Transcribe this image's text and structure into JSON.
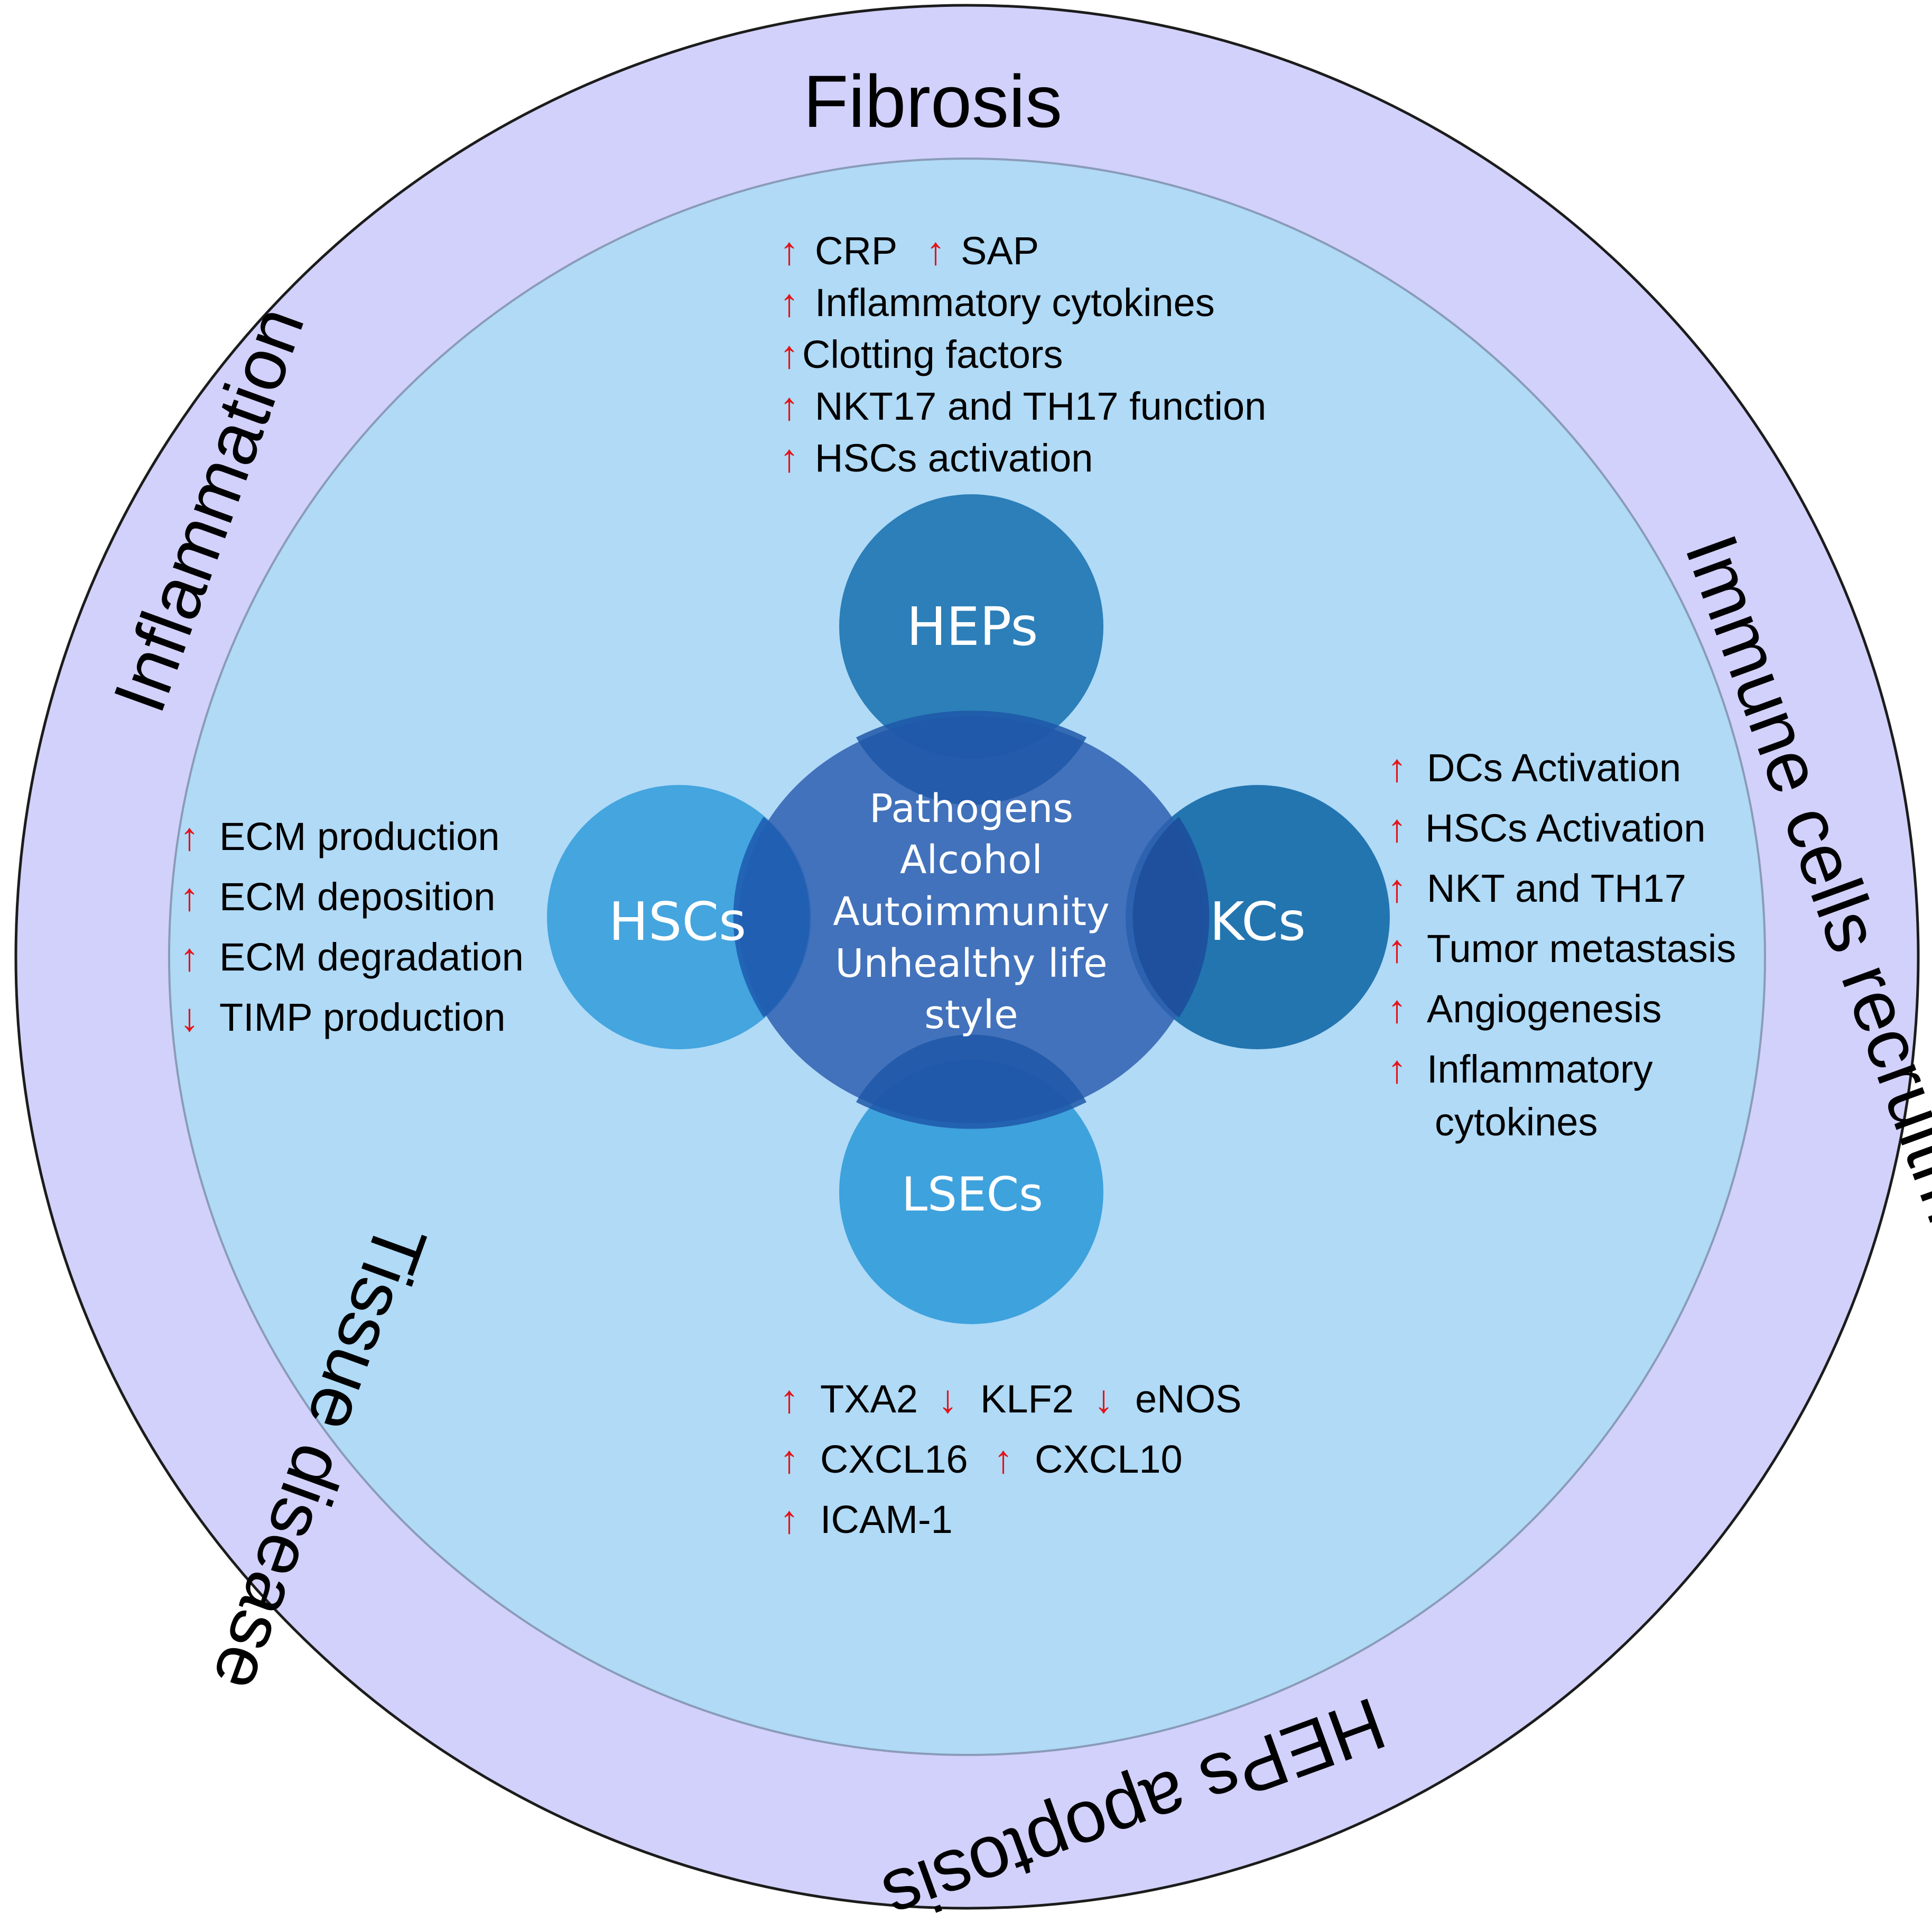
{
  "colors": {
    "outer_ring": "#d1d1fb",
    "outer_stroke": "#1c1c1c",
    "inner_disc": "#b0daf6",
    "heps": "#2c7fb8",
    "hscs": "#3ea2dd",
    "kcs": "#2375b0",
    "lsecs": "#3ea2dd",
    "center": "#2f5fb0",
    "arrow": "#e2141a"
  },
  "ring_labels": {
    "fibrosis": "Fibrosis",
    "immune": "Immune cells recruitment",
    "heps_apoptosis": "HEPs apoptosis",
    "tissue": "Tissue disease",
    "inflammation": "Inflammation"
  },
  "cells": {
    "heps": "HEPs",
    "hscs": "HSCs",
    "kcs": "KCs",
    "lsecs": "LSECs"
  },
  "center_lines": [
    "Pathogens",
    "Alcohol",
    "Autoimmunity",
    "Unhealthy life",
    "style"
  ],
  "heps_effects": {
    "line1_a": "CRP",
    "line1_b": "SAP",
    "line2": "Inflammatory cytokines",
    "line3": "Clotting factors",
    "line4": "NKT17 and TH17 function",
    "line5": "HSCs activation"
  },
  "hscs_effects": {
    "line1": "ECM production",
    "line2": "ECM deposition",
    "line3": "ECM degradation",
    "line4": "TIMP production"
  },
  "kcs_effects": {
    "line1": "DCs Activation",
    "line2": "HSCs Activation",
    "line3": "NKT and TH17",
    "line4": "Tumor metastasis",
    "line5": "Angiogenesis",
    "line6a": "Inflammatory",
    "line6b": "cytokines"
  },
  "lsecs_effects": {
    "line1_a": "TXA2",
    "line1_b": "KLF2",
    "line1_c": "eNOS",
    "line2_a": "CXCL16",
    "line2_b": "CXCL10",
    "line3": "ICAM-1"
  },
  "arrows": {
    "up": "↑",
    "down": "↓"
  }
}
